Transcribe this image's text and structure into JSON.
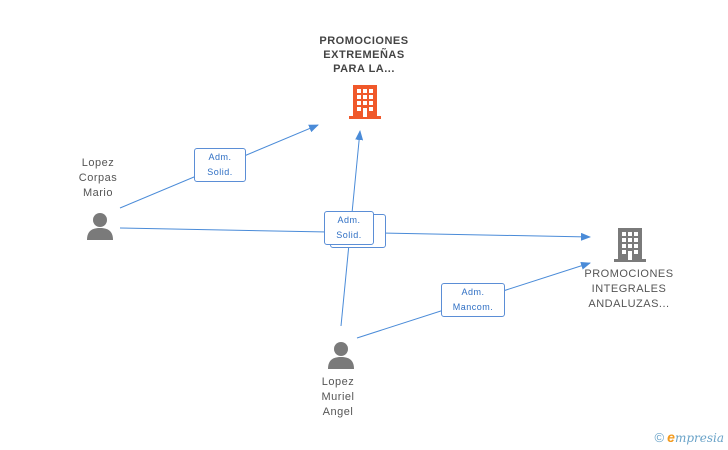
{
  "nodes": {
    "company_main": {
      "lines": [
        "PROMOCIONES",
        "EXTREMEÑAS",
        "PARA LA..."
      ],
      "icon": "building-icon",
      "color": "#f0582a"
    },
    "company_second": {
      "lines": [
        "PROMOCIONES",
        "INTEGRALES",
        "ANDALUZAS..."
      ],
      "icon": "building-icon",
      "color": "#7a7a7a"
    },
    "person_mario": {
      "lines": [
        "Lopez",
        "Corpas",
        "Mario"
      ],
      "icon": "person-icon",
      "color": "#7a7a7a"
    },
    "person_angel": {
      "lines": [
        "Lopez",
        "Muriel",
        "Angel"
      ],
      "icon": "person-icon",
      "color": "#7a7a7a"
    }
  },
  "edges": {
    "mario_main": {
      "lines": [
        "Adm.",
        "Solid."
      ]
    },
    "shared": {
      "lines": [
        "Adm.",
        "Solid."
      ]
    },
    "angel_second": {
      "lines": [
        "Adm.",
        "Mancom."
      ]
    }
  },
  "colors": {
    "link": "#4a8bd8"
  },
  "brand": {
    "copyright": "©",
    "e": "e",
    "rest": "mpresia"
  }
}
